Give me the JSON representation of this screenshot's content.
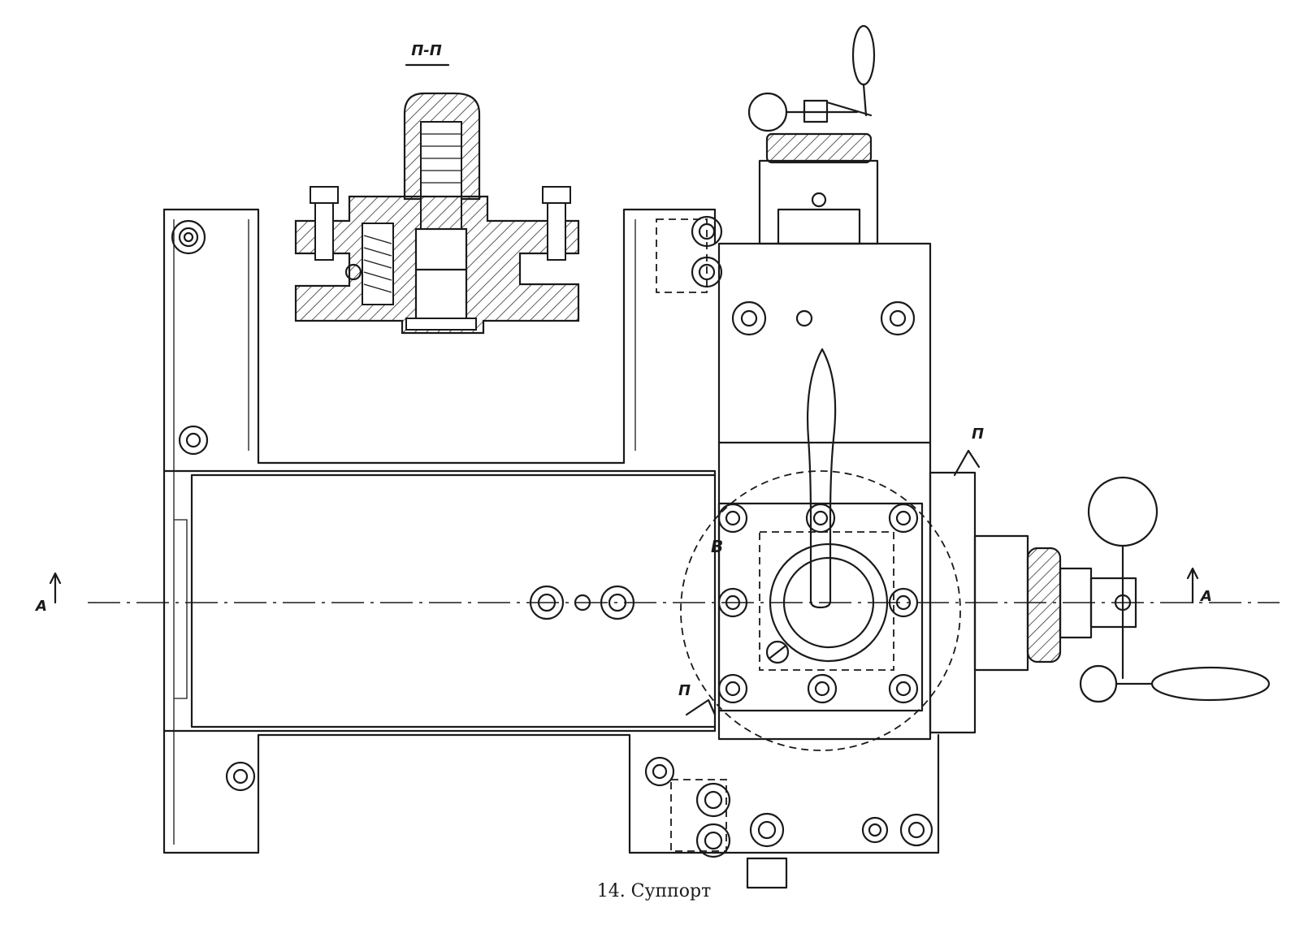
{
  "section_title": "П-П",
  "marks": {
    "section_a_left": "А",
    "section_a_right": "А",
    "section_p_top": "П",
    "section_p_bottom": "П",
    "letter_b": "В"
  },
  "caption": "14. Суппорт",
  "colors": {
    "ink": "#1a1a1a",
    "paper": "#ffffff"
  }
}
